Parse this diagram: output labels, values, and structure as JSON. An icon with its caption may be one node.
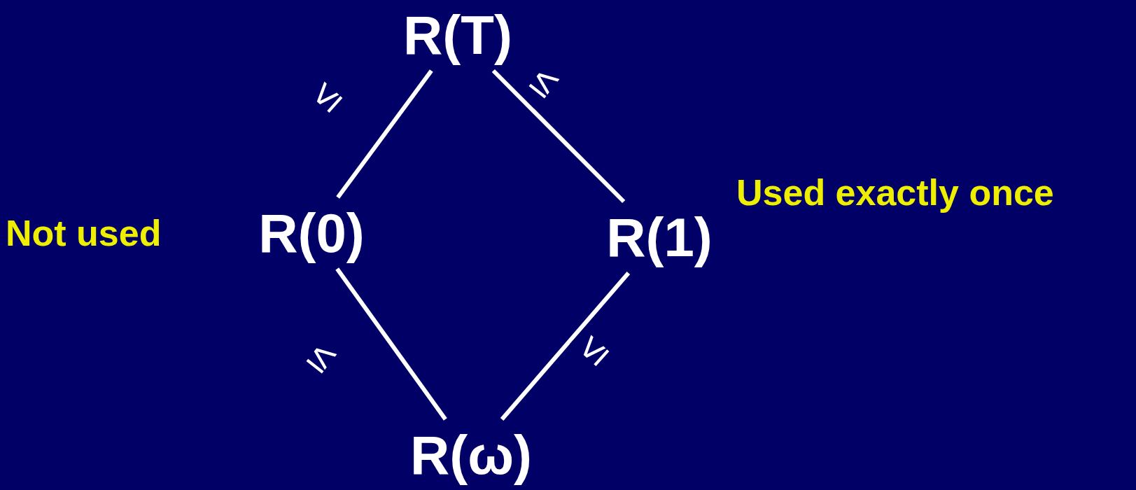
{
  "diagram": {
    "nodes": [
      {
        "text": [
          "R(T)"
        ]
      },
      {
        "text": [
          "R(0)"
        ],
        "beside": [
          "Not used"
        ]
      },
      {
        "text": [
          "R(1)"
        ],
        "beside": [
          "Used exactly once"
        ]
      },
      {
        "text": [
          "R(ω)"
        ]
      }
    ],
    "edges": [
      {
        "from": 0,
        "to": 1,
        "arrow": "none",
        "label": "≤"
      },
      {
        "from": 0,
        "to": 2,
        "arrow": "none",
        "label": "≤"
      },
      {
        "from": 1,
        "to": 3,
        "arrow": "none",
        "label": "≤"
      },
      {
        "from": 2,
        "to": 3,
        "arrow": "none",
        "label": "≤"
      }
    ]
  }
}
